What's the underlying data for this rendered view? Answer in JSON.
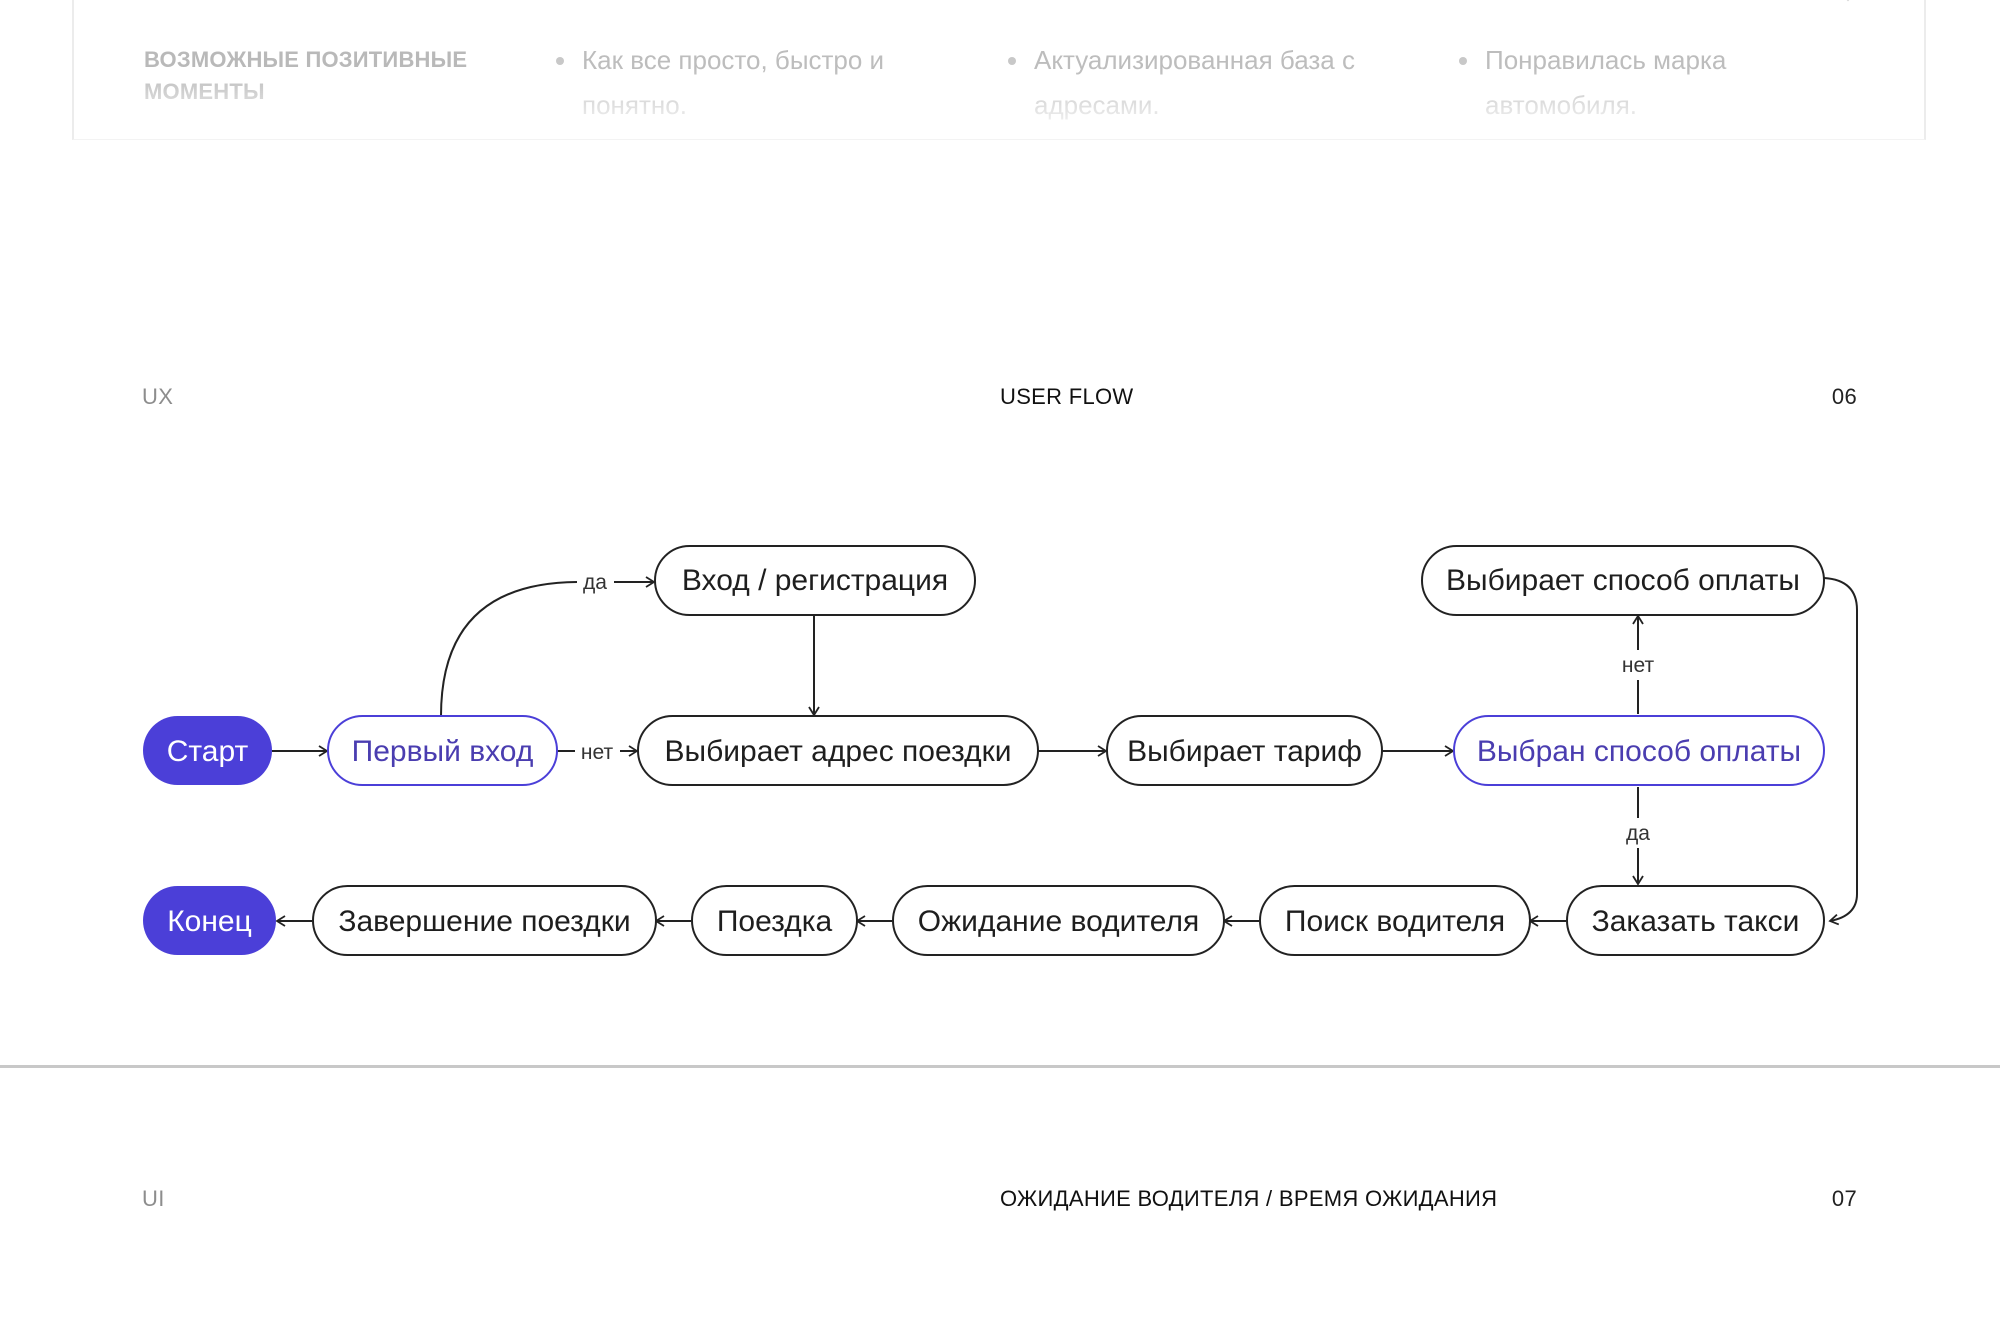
{
  "top_card": {
    "label": "ВОЗМОЖНЫЕ ПОЗИТИВНЫЕ МОМЕНТЫ",
    "items": [
      "Как все просто, быстро и понятно.",
      "Актуализированная база с адресами.",
      "Понравилась марка автомобиля."
    ]
  },
  "section_ux": {
    "left": "UX",
    "title": "USER FLOW",
    "number": "06"
  },
  "section_ui": {
    "left": "UI",
    "title": "ОЖИДАНИЕ ВОДИТЕЛЯ / ВРЕМЯ ОЖИДАНИЯ",
    "number": "07"
  },
  "colors": {
    "accent": "#4B3FD8",
    "accent_text": "#4A3DB0",
    "stroke": "#222222"
  },
  "flow": {
    "nodes": {
      "start": "Старт",
      "first_login": "Первый вход",
      "login": "Вход / регистрация",
      "choose_address": "Выбирает адрес поездки",
      "choose_tariff": "Выбирает тариф",
      "payment_selected": "Выбран способ оплаты",
      "choose_payment": "Выбирает способ оплаты",
      "order_taxi": "Заказать такси",
      "search_driver": "Поиск водителя",
      "wait_driver": "Ожидание водителя",
      "ride": "Поездка",
      "finish_ride": "Завершение поездки",
      "end": "Конец"
    },
    "edge_labels": {
      "first_yes": "да",
      "first_no": "нет",
      "pay_no": "нет",
      "pay_yes": "да"
    }
  }
}
